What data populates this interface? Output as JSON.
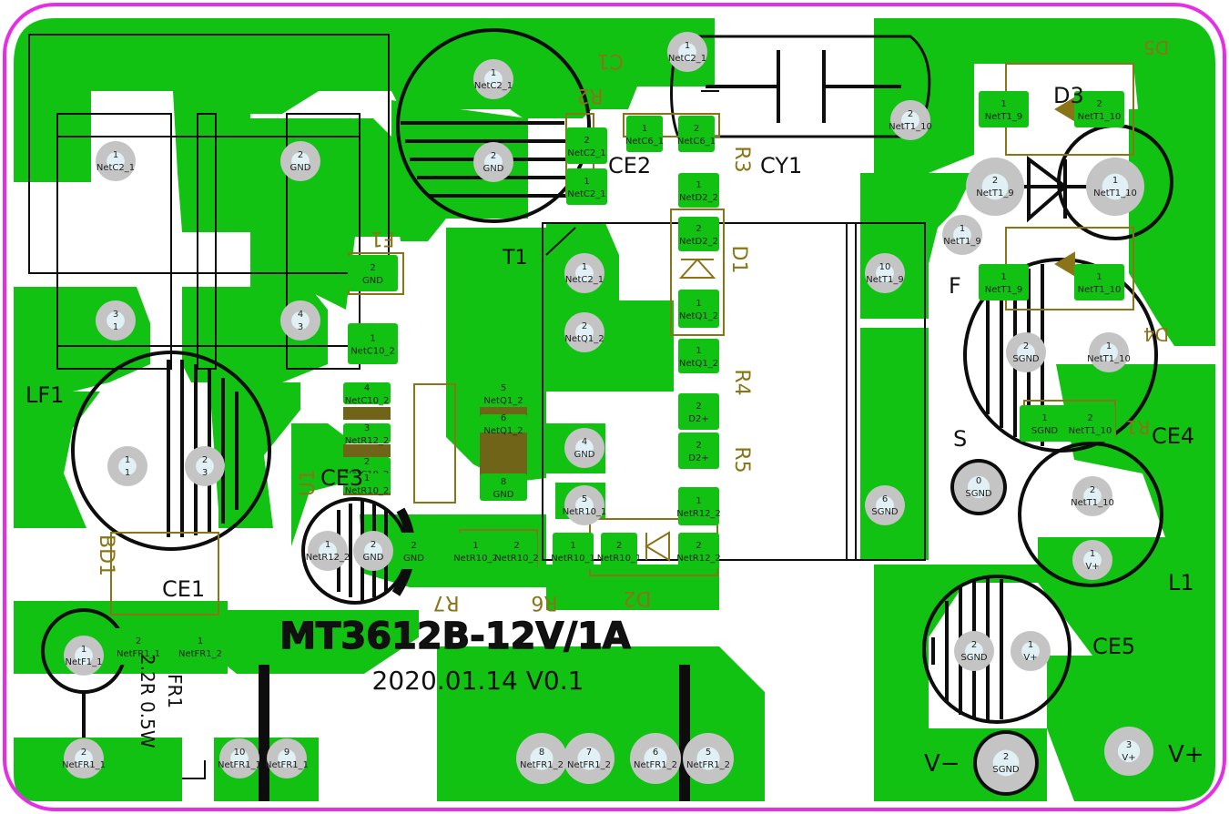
{
  "colors": {
    "copper": "#12c212",
    "pad": "#c4c4c4",
    "pad_center": "#e0f0f4",
    "outline": "#e62ee6",
    "silkscreen": "#0d0d0d",
    "refdes": "#8a7418"
  },
  "board": {
    "title": "MT3612B-12V/1A",
    "date_version": "2020.01.14  V0.1"
  },
  "labels": {
    "silk": [
      "LF1",
      "CE1",
      "CE2",
      "CE3",
      "CE4",
      "CE5",
      "T1",
      "CY1",
      "D3",
      "L1",
      "FR1",
      "2.2R 0.5W",
      "F",
      "S",
      "V−",
      "V+"
    ],
    "refdes": [
      "BD1",
      "U1",
      "D1",
      "D2",
      "D5",
      "R2",
      "R3",
      "R4",
      "R5",
      "R6",
      "R7",
      "C1",
      "F1",
      "D4",
      "R1"
    ]
  },
  "pads": [
    {
      "num": "1",
      "net": "NetC2_1"
    },
    {
      "num": "2",
      "net": "GND"
    },
    {
      "num": "3",
      "net": "1"
    },
    {
      "num": "4",
      "net": "3"
    },
    {
      "num": "1",
      "net": "1"
    },
    {
      "num": "2",
      "net": "3"
    },
    {
      "num": "1",
      "net": "NetC2_1"
    },
    {
      "num": "2",
      "net": "GND"
    },
    {
      "num": "1",
      "net": "NetC2_1"
    },
    {
      "num": "2",
      "net": "NetT1_10"
    },
    {
      "num": "1",
      "net": "NetC2_1"
    },
    {
      "num": "2",
      "net": "NetQ1_2"
    },
    {
      "num": "4",
      "net": "GND"
    },
    {
      "num": "5",
      "net": "NetR10_1"
    },
    {
      "num": "10",
      "net": "NetT1_9"
    },
    {
      "num": "6",
      "net": "SGND"
    },
    {
      "num": "2",
      "net": "NetT1_9"
    },
    {
      "num": "1",
      "net": "NetT1_9"
    },
    {
      "num": "1",
      "net": "NetT1_10"
    },
    {
      "num": "2",
      "net": "SGND"
    },
    {
      "num": "1",
      "net": "NetT1_10"
    },
    {
      "num": "0",
      "net": "SGND"
    },
    {
      "num": "2",
      "net": "NetT1_10"
    },
    {
      "num": "1",
      "net": "V+"
    },
    {
      "num": "2",
      "net": "SGND"
    },
    {
      "num": "1",
      "net": "V+"
    },
    {
      "num": "2",
      "net": "SGND"
    },
    {
      "num": "3",
      "net": "V+"
    },
    {
      "num": "1",
      "net": "NetF1_1"
    },
    {
      "num": "2",
      "net": "NetFR1_1"
    },
    {
      "num": "10",
      "net": "NetFR1_1"
    },
    {
      "num": "9",
      "net": "NetFR1_1"
    },
    {
      "num": "8",
      "net": "NetFR1_2"
    },
    {
      "num": "7",
      "net": "NetFR1_2"
    },
    {
      "num": "6",
      "net": "NetFR1_2"
    },
    {
      "num": "5",
      "net": "NetFR1_2"
    },
    {
      "num": "1",
      "net": "NetR12_2"
    },
    {
      "num": "2",
      "net": "GND"
    }
  ],
  "smd_pads": [
    {
      "num": "1",
      "net": "NetC6_1"
    },
    {
      "num": "2",
      "net": "NetC6_1"
    },
    {
      "num": "2",
      "net": "NetC2_1"
    },
    {
      "num": "1",
      "net": "NetC2_1"
    },
    {
      "num": "1",
      "net": "NetD2_2"
    },
    {
      "num": "2",
      "net": "NetD2_2"
    },
    {
      "num": "1",
      "net": "NetQ1_2"
    },
    {
      "num": "1",
      "net": "NetQ1_2"
    },
    {
      "num": "2",
      "net": "D2+"
    },
    {
      "num": "2",
      "net": "D2+"
    },
    {
      "num": "1",
      "net": "NetR12_2"
    },
    {
      "num": "2",
      "net": "NetR12_2"
    },
    {
      "num": "1",
      "net": "NetR10_1"
    },
    {
      "num": "2",
      "net": "NetR10_1"
    },
    {
      "num": "1",
      "net": "NetR10_2"
    },
    {
      "num": "2",
      "net": "NetR10_2"
    },
    {
      "num": "2",
      "net": "GND"
    },
    {
      "num": "1",
      "net": "NetC10_2"
    },
    {
      "num": "4",
      "net": "NetC10_2"
    },
    {
      "num": "3",
      "net": "NetR12_2"
    },
    {
      "num": "2",
      "net": "NetC10_2"
    },
    {
      "num": "1",
      "net": "NetR10_2"
    },
    {
      "num": "5",
      "net": "NetQ1_2"
    },
    {
      "num": "6",
      "net": "NetQ1_2"
    },
    {
      "num": "8",
      "net": "GND"
    },
    {
      "num": "2",
      "net": "GND"
    },
    {
      "num": "1",
      "net": "NetT1_9"
    },
    {
      "num": "2",
      "net": "NetT1_10"
    },
    {
      "num": "1",
      "net": "NetT1_9"
    },
    {
      "num": "1",
      "net": "NetT1_10"
    },
    {
      "num": "1",
      "net": "SGND"
    },
    {
      "num": "2",
      "net": "NetT1_10"
    },
    {
      "num": "2",
      "net": "NetFR1_1"
    },
    {
      "num": "1",
      "net": "NetFR1_2"
    }
  ]
}
